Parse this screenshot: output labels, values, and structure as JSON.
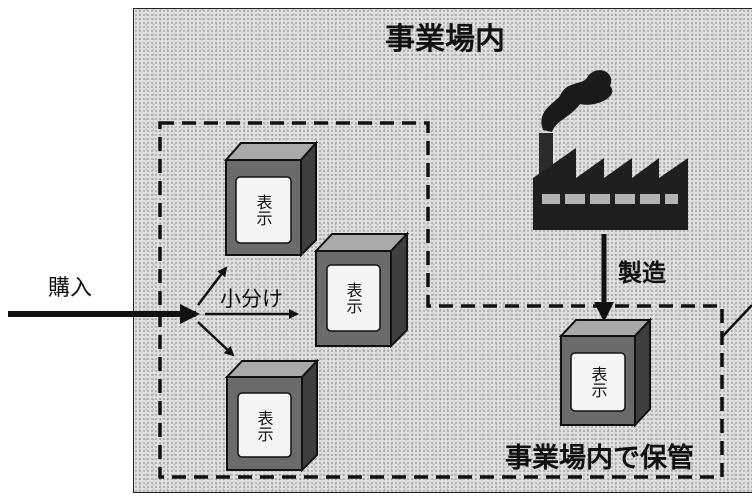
{
  "labels": {
    "premises_title": "事業場内",
    "purchase": "購入",
    "subdivide": "小分け",
    "manufacture": "製造",
    "stored_in_premises": "事業場内で保管"
  },
  "box_labels": {
    "box_1": "表示",
    "box_2": "表示",
    "box_3": "表示",
    "box_4": "表示"
  },
  "colors": {
    "background_stipple": "#dfdfdf",
    "box_front": "#6b6b6b",
    "box_side": "#3f3f3f",
    "box_top": "#a9a9a9",
    "label_panel": "#f4f4f4",
    "line": "#111111"
  },
  "icons": {
    "factory": "factory-icon"
  }
}
